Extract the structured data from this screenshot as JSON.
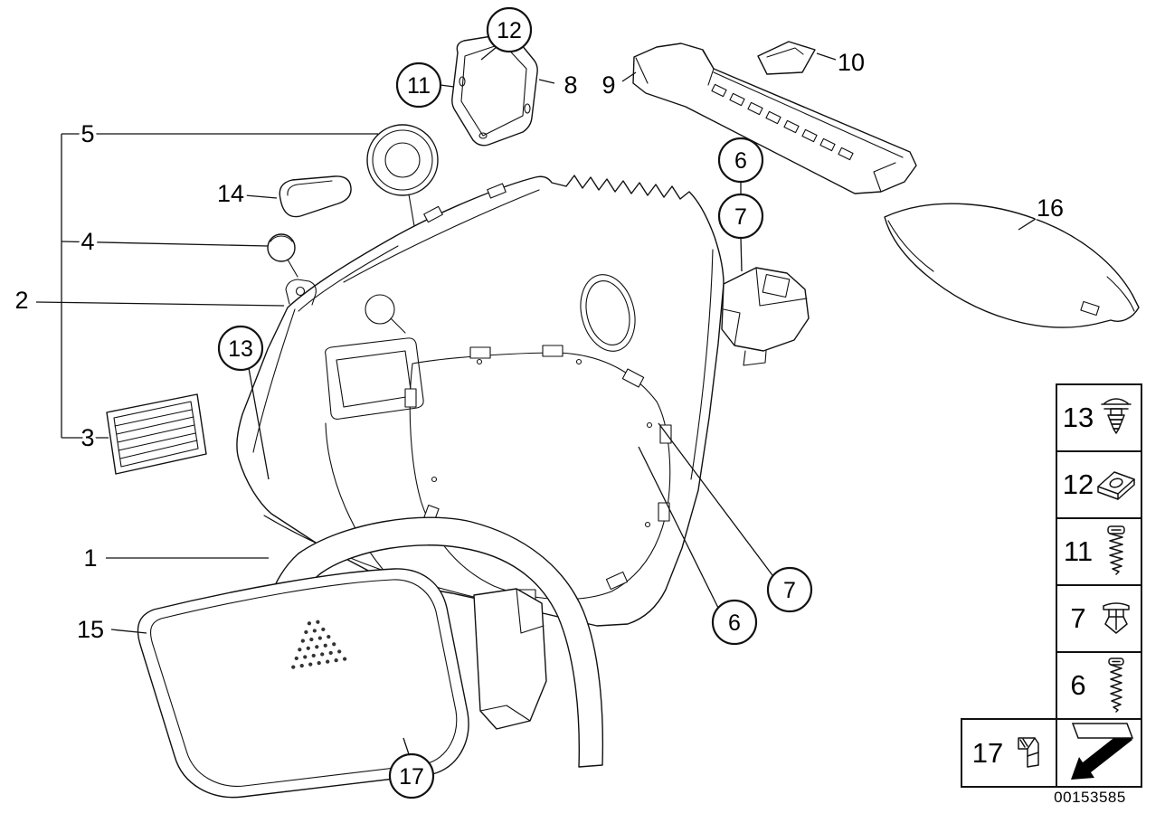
{
  "diagram": {
    "part_number": "00153585"
  },
  "callouts": {
    "plain": [
      {
        "label": "5"
      },
      {
        "label": "14"
      },
      {
        "label": "4"
      },
      {
        "label": "2"
      },
      {
        "label": "3"
      },
      {
        "label": "1"
      },
      {
        "label": "15"
      },
      {
        "label": "8"
      },
      {
        "label": "9"
      },
      {
        "label": "10"
      },
      {
        "label": "16"
      }
    ],
    "circled": [
      {
        "label": "12"
      },
      {
        "label": "11"
      },
      {
        "label": "6"
      },
      {
        "label": "7"
      },
      {
        "label": "13"
      },
      {
        "label": "7"
      },
      {
        "label": "6"
      },
      {
        "label": "17"
      }
    ]
  },
  "legend": {
    "rows": [
      {
        "label": "13",
        "icon": "push-clip-icon"
      },
      {
        "label": "12",
        "icon": "clip-nut-icon"
      },
      {
        "label": "11",
        "icon": "screw-icon"
      },
      {
        "label": "7",
        "icon": "expanding-rivet-icon"
      },
      {
        "label": "6",
        "icon": "long-screw-icon"
      }
    ],
    "extra": {
      "label": "17",
      "icon": "spring-clip-icon"
    },
    "arrow": {
      "icon": "export-arrow-icon"
    }
  }
}
